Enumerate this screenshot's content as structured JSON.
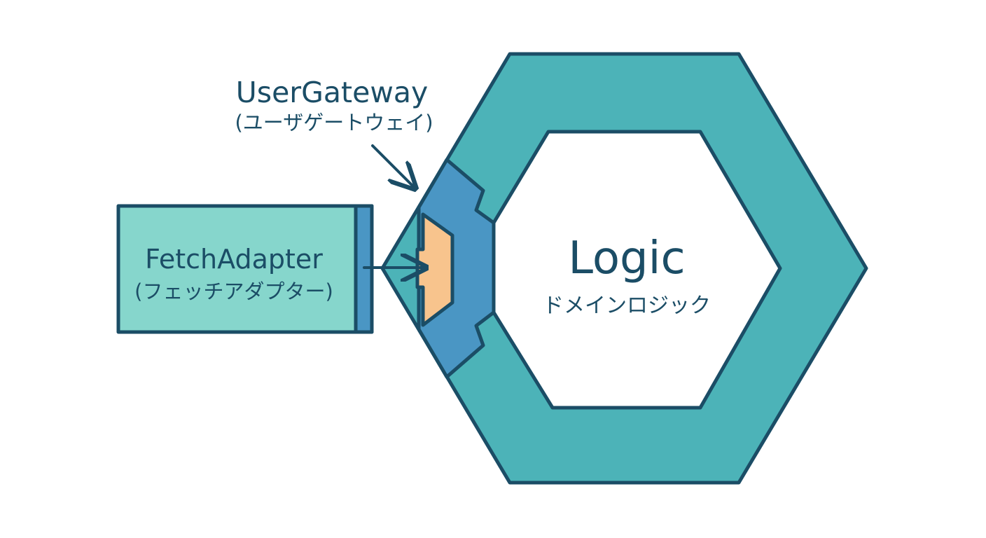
{
  "colors": {
    "outline": "#1b4d66",
    "hexagon_ring": "#4cb3b8",
    "hexagon_core": "#ffffff",
    "adapter_fill": "#86d6cc",
    "adapter_strip": "#4a96c4",
    "gateway_fill": "#4a96c4",
    "socket_fill": "#f8c48d",
    "background": "#ffffff"
  },
  "gateway": {
    "name": "UserGateway",
    "subtitle": "(ユーザゲートウェイ)"
  },
  "adapter": {
    "name": "FetchAdapter",
    "subtitle": "(フェッチアダプター)"
  },
  "core": {
    "name": "Logic",
    "subtitle": "ドメインロジック"
  }
}
